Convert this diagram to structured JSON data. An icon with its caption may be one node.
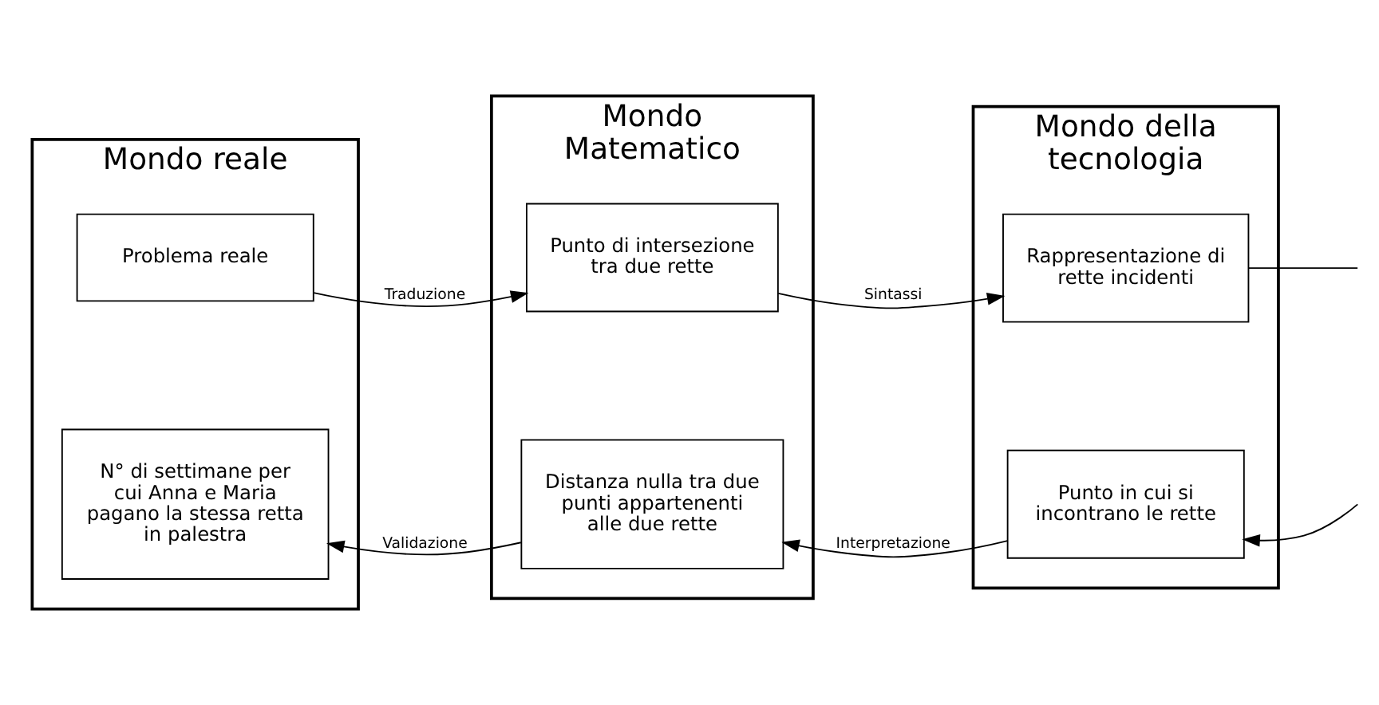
{
  "diagram": {
    "nodes": [
      {
        "text": [
          "Mondo reale"
        ]
      },
      {
        "text": [
          "Problema reale"
        ],
        "in": 0
      },
      {
        "text": [
          "N° di settimane per cui Anna e Maria pagano la stessa retta in palestra"
        ],
        "in": 0
      },
      {
        "text": [
          "Mondo Matematico"
        ]
      },
      {
        "text": [
          "Punto di intersezione tra due rette"
        ],
        "in": 3
      },
      {
        "text": [
          "Distanza nulla tra due punti appartenenti alle due rette"
        ],
        "in": 3
      },
      {
        "text": [
          "Mondo della tecnologia"
        ]
      },
      {
        "text": [
          "Rappresentazione di rette incidenti"
        ],
        "in": 6
      },
      {
        "text": [
          "Punto in cui si incontrano le rette"
        ],
        "in": 6
      }
    ],
    "edges": [
      {
        "from": 1,
        "to": 4,
        "arrow": "to",
        "label": "Traduzione"
      },
      {
        "from": 4,
        "to": 7,
        "arrow": "to",
        "label": "Sintassi"
      },
      {
        "from": 7,
        "to": null,
        "arrow": "none"
      },
      {
        "from": null,
        "to": 8,
        "arrow": "to"
      },
      {
        "from": 8,
        "to": 5,
        "arrow": "to",
        "label": "Interpretazione"
      },
      {
        "from": 5,
        "to": 2,
        "arrow": "to",
        "label": "Validazione"
      }
    ]
  }
}
